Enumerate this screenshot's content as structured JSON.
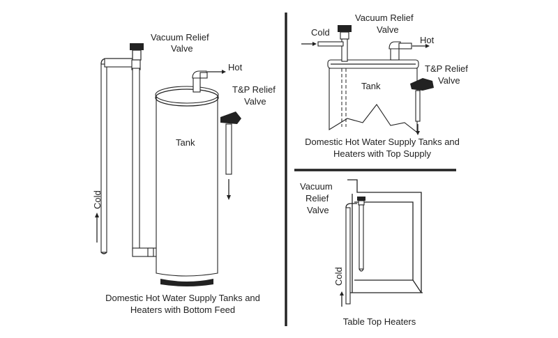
{
  "panel_bottom_feed": {
    "vacuum_relief_line1": "Vacuum Relief",
    "vacuum_relief_line2": "Valve",
    "hot": "Hot",
    "tp_relief_line1": "T&P Relief",
    "tp_relief_line2": "Valve",
    "tank": "Tank",
    "cold": "Cold",
    "caption_line1": "Domestic Hot Water Supply Tanks and",
    "caption_line2": "Heaters with Bottom Feed"
  },
  "panel_top_supply": {
    "vacuum_relief_line1": "Vacuum Relief",
    "vacuum_relief_line2": "Valve",
    "cold": "Cold",
    "hot": "Hot",
    "tp_relief_line1": "T&P Relief",
    "tp_relief_line2": "Valve",
    "tank": "Tank",
    "caption_line1": "Domestic Hot Water Supply Tanks and",
    "caption_line2": "Heaters with Top Supply"
  },
  "panel_table_top": {
    "vacuum_line1": "Vacuum",
    "vacuum_line2": "Relief",
    "vacuum_line3": "Valve",
    "cold": "Cold",
    "caption": "Table Top Heaters"
  }
}
